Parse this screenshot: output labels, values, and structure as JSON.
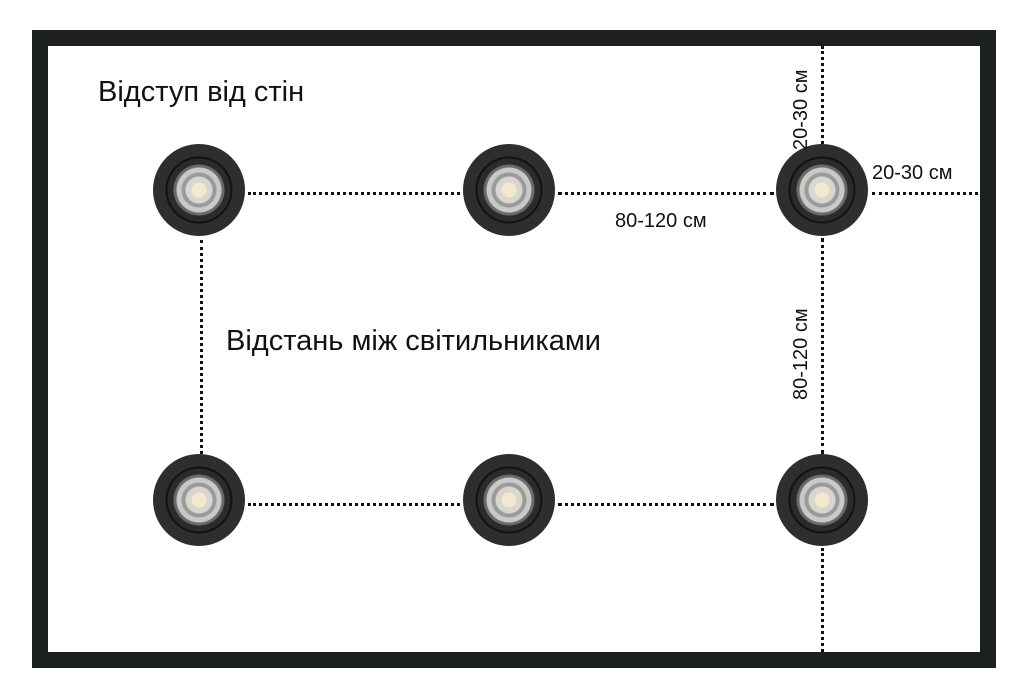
{
  "wall_offset_title": "Відступ від стін",
  "spacing_title": "Відстань між світильниками",
  "dims": {
    "wall_top": "20-30 см",
    "wall_right": "20-30 см",
    "horizontal_spacing": "80-120 см",
    "vertical_spacing": "80-120 см"
  },
  "lights_count": 6
}
